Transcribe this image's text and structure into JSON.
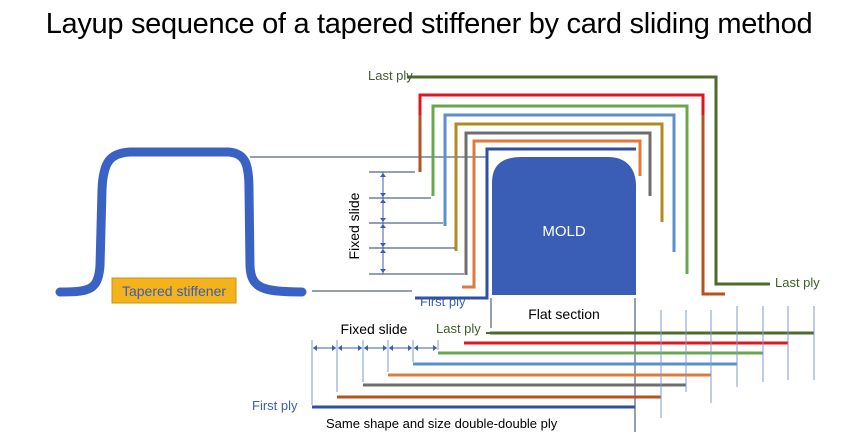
{
  "title": "Layup sequence of a tapered stiffener by card sliding method",
  "labels": {
    "last_ply_top": "Last ply",
    "last_ply_right": "Last ply",
    "first_ply_mold": "First ply",
    "fixed_slide_vertical": "Fixed slide",
    "mold": "MOLD",
    "flat_section": "Flat section",
    "tapered_stiffener": "Tapered stiffener",
    "fixed_slide_horizontal": "Fixed slide",
    "last_ply_flat": "Last ply",
    "first_ply_flat": "First ply",
    "footer": "Same shape and size double-double ply"
  },
  "colors": {
    "mold": "#3a5db5",
    "stiffener": "#3a62c4",
    "badge_bg": "#f4b31b",
    "badge_border": "#c8901a",
    "badge_text": "#3a5db5",
    "leader": "#2b3f66",
    "dim": "#3b5fb0",
    "last_ply_text": "#3f5e2a",
    "first_ply_text": "#3b5fb0",
    "plies": [
      "#2f4fa3",
      "#e07a3c",
      "#6e6e6e",
      "#b08a22",
      "#5b8fcf",
      "#6aa84f",
      "#e0151e",
      "#4e6b2e"
    ],
    "ply_side_brown": "#b5521f"
  },
  "ply_sequence": [
    {
      "order": 1,
      "name": "first ply",
      "color": "#2f4fa3"
    },
    {
      "order": 2,
      "color": "#b5521f"
    },
    {
      "order": 3,
      "color": "#6e6e6e"
    },
    {
      "order": 4,
      "color": "#e07a3c"
    },
    {
      "order": 5,
      "color": "#5b8fcf"
    },
    {
      "order": 6,
      "color": "#6aa84f"
    },
    {
      "order": 7,
      "color": "#e0151e"
    },
    {
      "order": 8,
      "name": "last ply",
      "color": "#4e6b2e"
    }
  ]
}
